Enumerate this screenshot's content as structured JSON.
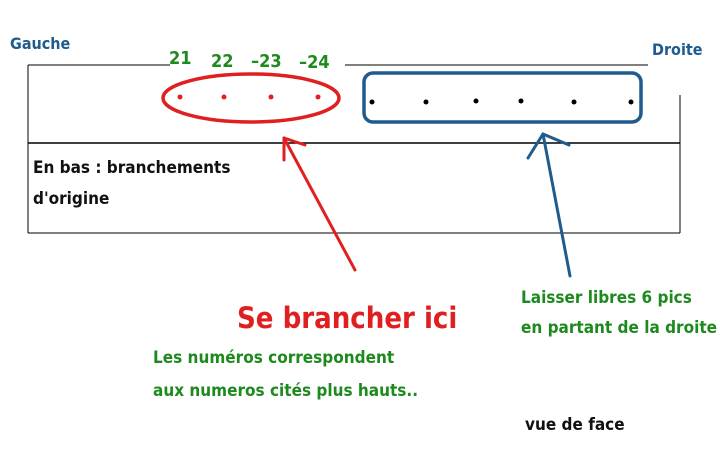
{
  "labels": {
    "left": "Gauche",
    "right": "Droite",
    "bottom_note_line1": "En bas : branchements",
    "bottom_note_line2": "d'origine",
    "connect_here": "Se brancher ici",
    "numbers_note_line1": "Les numéros correspondent",
    "numbers_note_line2": "aux numeros cités plus hauts..",
    "leave_free_line1": "Laisser libres 6 pics",
    "leave_free_line2": "en partant de la droite",
    "view": "vue de face"
  },
  "pin_numbers": [
    "21",
    "22",
    "–23",
    "–24"
  ],
  "colors": {
    "red": "#e02020",
    "blue": "#1f5b8c",
    "green": "#1e8a1e",
    "black": "#111111"
  }
}
